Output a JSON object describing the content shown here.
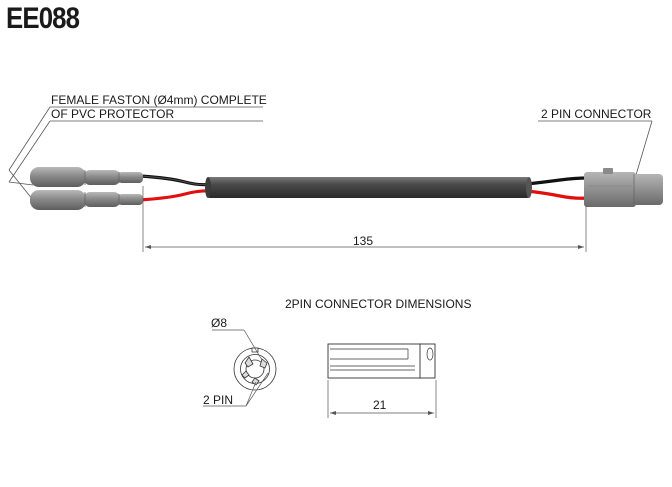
{
  "title": "EE088",
  "labels": {
    "faston_line1": "FEMALE FASTON (Ø4mm) COMPLETE",
    "faston_line2": "OF PVC PROTECTOR",
    "connector": "2 PIN CONNECTOR",
    "length_dim": "135",
    "section_title": "2PIN CONNECTOR  DIMENSIONS",
    "diameter": "Ø8",
    "pins": "2 PIN",
    "conn_length_dim": "21"
  },
  "colors": {
    "wire_black": "#111111",
    "wire_red": "#e01010",
    "sleeve": "#454545",
    "faston_body": "#8c8c8c",
    "line": "#555555"
  }
}
